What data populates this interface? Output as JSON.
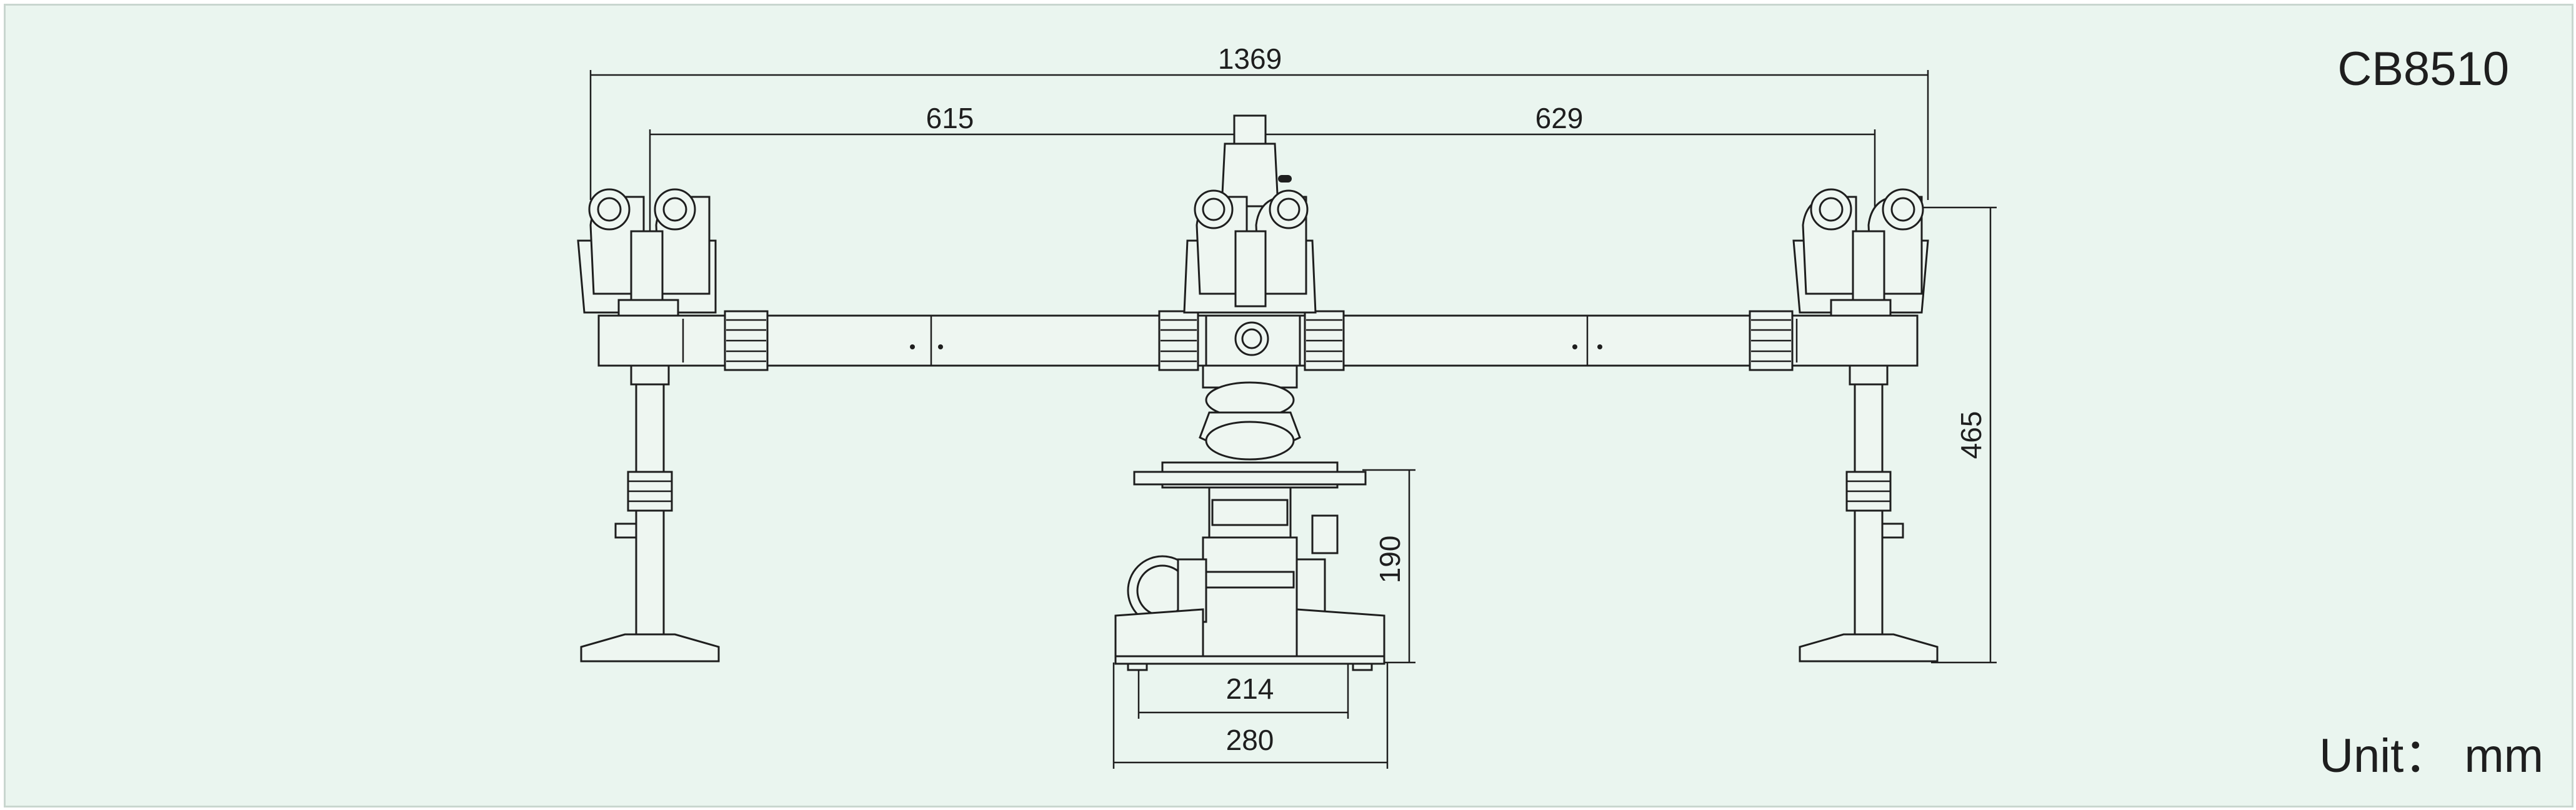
{
  "model": "CB8510",
  "unit_label": "Unit： mm",
  "dimensions": {
    "total_width": "1369",
    "left_span": "615",
    "right_span": "629",
    "height": "465",
    "stage_height": "190",
    "base_inner": "214",
    "base_outer": "280"
  },
  "colors": {
    "background": "#eaf5ef",
    "line": "#1e1e1e"
  }
}
